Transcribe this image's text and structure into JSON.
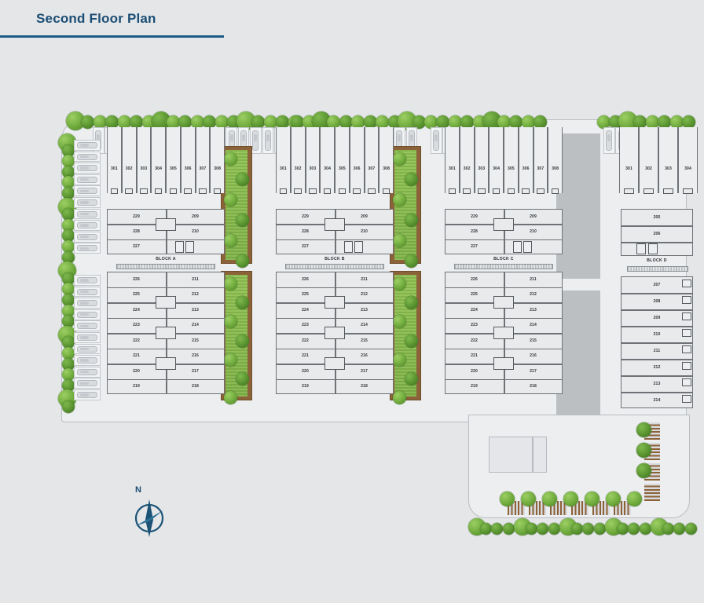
{
  "header": {
    "title": "Second Floor Plan",
    "accent_color": "#1f5b86"
  },
  "compass": {
    "label": "N",
    "name": "north-arrow"
  },
  "palette": {
    "background": "#e4e6e8",
    "site_fill": "#eceef0",
    "wall": "#6e7276",
    "courtyard_grass": "#7db144",
    "courtyard_border": "#8c6239",
    "plaza": "#bcbfc2",
    "tree_green": "#6faa3c",
    "title_navy": "#1b4d74"
  },
  "blocks": [
    {
      "id": "block-a",
      "label": "BLOCK A",
      "top_row_units": [
        "301",
        "302",
        "303",
        "304",
        "305",
        "306",
        "307",
        "308"
      ],
      "upper_left_units": [
        "229",
        "228",
        "227"
      ],
      "upper_right_units": [
        "209",
        "210"
      ],
      "lower_left_units": [
        "226",
        "225",
        "224",
        "223",
        "222",
        "221",
        "220",
        "219"
      ],
      "lower_right_units": [
        "211",
        "212",
        "213",
        "214",
        "215",
        "216",
        "217",
        "218"
      ]
    },
    {
      "id": "block-b",
      "label": "BLOCK B",
      "top_row_units": [
        "301",
        "302",
        "303",
        "304",
        "305",
        "306",
        "307",
        "308"
      ],
      "upper_left_units": [
        "229",
        "228",
        "227"
      ],
      "upper_right_units": [
        "209",
        "210"
      ],
      "lower_left_units": [
        "226",
        "225",
        "224",
        "223",
        "222",
        "221",
        "220",
        "219"
      ],
      "lower_right_units": [
        "211",
        "212",
        "213",
        "214",
        "215",
        "216",
        "217",
        "218"
      ]
    },
    {
      "id": "block-c",
      "label": "BLOCK C",
      "top_row_units": [
        "301",
        "302",
        "303",
        "304",
        "305",
        "306",
        "307",
        "308"
      ],
      "upper_left_units": [
        "229",
        "228",
        "227"
      ],
      "upper_right_units": [
        "209",
        "210"
      ],
      "lower_left_units": [
        "226",
        "225",
        "224",
        "223",
        "222",
        "221",
        "220",
        "219"
      ],
      "lower_right_units": [
        "211",
        "212",
        "213",
        "214",
        "215",
        "216",
        "217",
        "218"
      ]
    },
    {
      "id": "block-d",
      "label": "BLOCK D",
      "top_row_units": [
        "301",
        "302",
        "303",
        "304"
      ],
      "upper_units": [
        "205",
        "206"
      ],
      "lower_units": [
        "207",
        "208",
        "209",
        "210",
        "211",
        "212",
        "213",
        "214"
      ]
    }
  ]
}
